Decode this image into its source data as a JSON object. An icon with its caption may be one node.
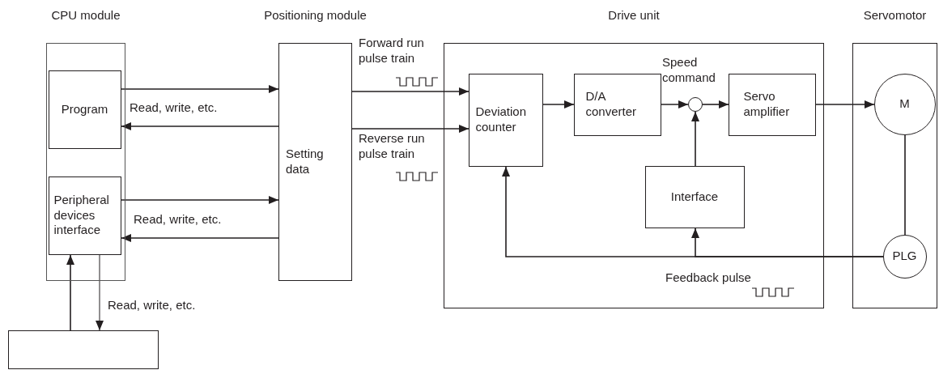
{
  "diagram": {
    "nodes": [
      {
        "text": [
          "CPU module"
        ]
      },
      {
        "text": [
          "Program"
        ],
        "in": 0
      },
      {
        "text": [
          "Peripheral devices interface"
        ],
        "in": 0
      },
      {
        "text": [
          "Positioning module",
          "Setting data"
        ]
      },
      {
        "text": [
          "Drive unit"
        ]
      },
      {
        "text": [
          "Deviation counter"
        ],
        "in": 4
      },
      {
        "text": [
          "D/A converter"
        ],
        "in": 4
      },
      {
        "text": [],
        "shape": "circle",
        "in": 4
      },
      {
        "text": [
          "Servo amplifier"
        ],
        "in": 4
      },
      {
        "text": [
          "Interface"
        ],
        "in": 4
      },
      {
        "text": [
          "Servomotor"
        ]
      },
      {
        "text": [
          "M"
        ],
        "in": 10
      },
      {
        "text": [
          "PLG"
        ],
        "in": 10
      },
      {
        "text": [],
        "shape": "box"
      }
    ],
    "edges": [
      {
        "from": 1,
        "to": 3,
        "arrow": "to"
      },
      {
        "from": 3,
        "to": 1,
        "arrow": "to",
        "label": "Read, write, etc."
      },
      {
        "from": 2,
        "to": 3,
        "arrow": "to"
      },
      {
        "from": 3,
        "to": 2,
        "arrow": "to",
        "label": "Read, write, etc."
      },
      {
        "from": 13,
        "to": 2,
        "arrow": "to"
      },
      {
        "from": 2,
        "to": 13,
        "arrow": "to",
        "label": "Read, write, etc."
      },
      {
        "from": 3,
        "to": 5,
        "arrow": "to",
        "label": "Forward run pulse train"
      },
      {
        "from": 3,
        "to": 5,
        "arrow": "to",
        "label": "Reverse run pulse train"
      },
      {
        "from": 5,
        "to": 6,
        "arrow": "to"
      },
      {
        "from": 6,
        "to": 7,
        "arrow": "to"
      },
      {
        "from": 7,
        "to": 8,
        "arrow": "to"
      },
      {
        "from": 9,
        "to": 7,
        "arrow": "to"
      },
      {
        "from": 8,
        "to": 11,
        "arrow": "to"
      },
      {
        "from": 11,
        "to": 12,
        "arrow": "none"
      },
      {
        "from": 12,
        "to": 5,
        "arrow": "to",
        "label": "Feedback pulse"
      },
      {
        "from": 12,
        "to": 9,
        "arrow": "to"
      }
    ],
    "labels": [
      "Speed command"
    ]
  }
}
